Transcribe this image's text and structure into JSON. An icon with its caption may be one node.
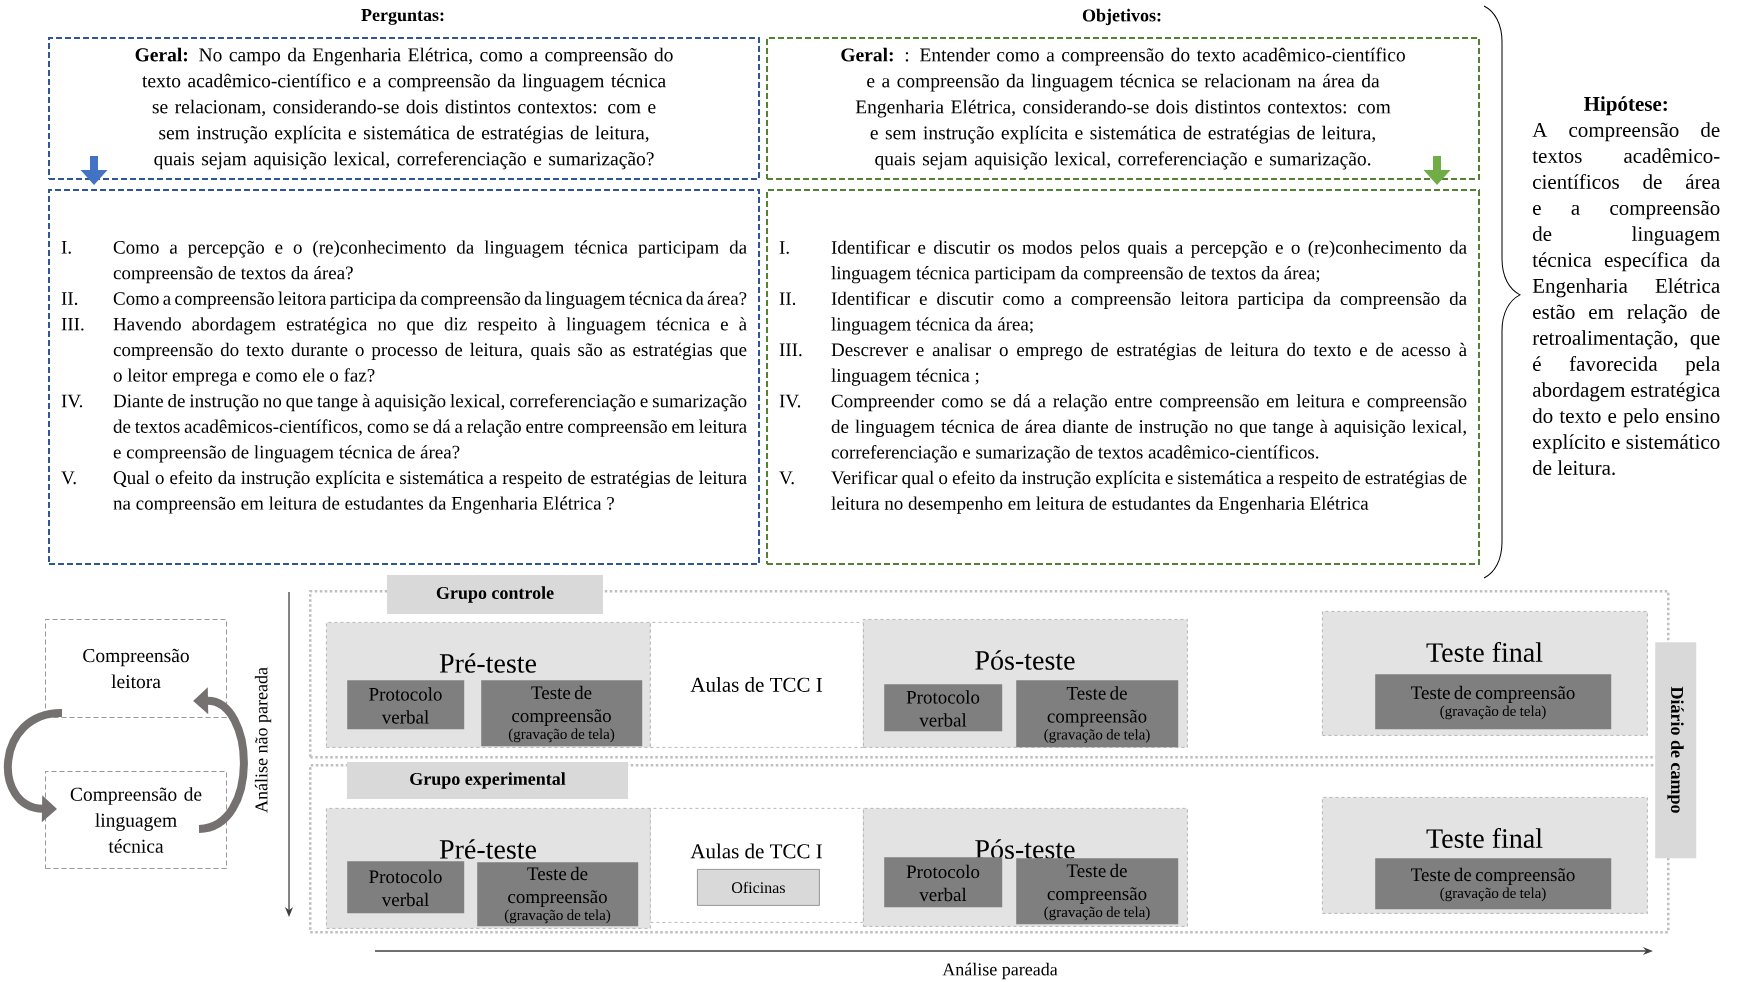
{
  "diagram": {
    "nodes": [
      {
        "beside": [
          "Perguntas:"
        ],
        "text": [
          "**Geral:** No campo da Engenharia Elétrica, como a compreensão do texto acadêmico-científico e a compreensão da linguagem técnica se relacionam, considerando-se dois distintos contextos: com e sem instrução explícita e sistemática de estratégias de leitura, quais sejam aquisição lexical, correferenciação e sumarização?"
        ]
      },
      {
        "text": [
          "I.",
          "Como a percepção e o (re)conhecimento da linguagem técnica participam da compreensão de textos da área?",
          "II.",
          "Como a compreensão leitora participa da compreensão da linguagem técnica da área?",
          "III.",
          "Havendo abordagem estratégica no que diz respeito à linguagem técnica e à compreensão do texto durante o processo de leitura, quais são as estratégias que o leitor emprega e como ele o faz?",
          "IV.",
          "Diante de instrução no que tange à aquisição lexical, correferenciação e sumarização de textos acadêmicos-científicos, como se dá a relação entre compreensão em leitura e compreensão de linguagem técnica de área?",
          "V.",
          "Qual o efeito da instrução explícita e sistemática a respeito de estratégias de leitura na compreensão em leitura de estudantes da Engenharia Elétrica ?"
        ]
      },
      {
        "beside": [
          "Objetivos:"
        ],
        "text": [
          "**Geral:** : Entender como a compreensão do texto acadêmico-científico e a compreensão da linguagem técnica se relacionam na área da Engenharia Elétrica, considerando-se dois distintos contextos: com e sem instrução explícita e sistemática de estratégias de leitura, quais sejam aquisição lexical, correferenciação e sumarização."
        ]
      },
      {
        "text": [
          "I.",
          "Identificar e discutir os modos pelos quais a percepção e o (re)conhecimento da linguagem técnica participam da compreensão de textos da área;",
          "II.",
          "Identificar e discutir como a compreensão leitora participa da compreensão da linguagem técnica da área;",
          "III.",
          "Descrever e analisar o emprego de estratégias de leitura do texto e de acesso à linguagem técnica ;",
          "IV.",
          "Compreender como se dá a relação entre compreensão em leitura e compreensão de linguagem técnica de área diante de instrução no que tange à aquisição lexical, correferenciação e sumarização de textos acadêmico-científicos.",
          "V.",
          "Verificar qual o efeito da instrução explícita e sistemática a respeito de estratégias de leitura no desempenho em leitura de estudantes da Engenharia Elétrica"
        ]
      },
      {
        "text": [
          "Hipótese:",
          "A compreensão de textos acadêmico-científicos de área e a compreensão de linguagem técnica específica da Engenharia Elétrica estão em relação de retroalimentação, que é favorecida pela abordagem estratégica do texto e pelo ensino explícito e sistemático de leitura."
        ]
      },
      {
        "text": [
          "Compreensão leitora"
        ]
      },
      {
        "text": [
          "Compreensão de linguagem técnica"
        ]
      },
      {
        "text": [
          "Grupo controle"
        ]
      },
      {
        "text": [
          "Pré-teste"
        ],
        "in": 7
      },
      {
        "text": [
          "Protocolo verbal"
        ],
        "in": 8
      },
      {
        "text": [
          "Teste de compreensão",
          "(gravação de tela)"
        ],
        "in": 8
      },
      {
        "text": [
          "Aulas de TCC I"
        ],
        "in": 7
      },
      {
        "text": [
          "Pós-teste"
        ],
        "in": 7
      },
      {
        "text": [
          "Protocolo verbal"
        ],
        "in": 12
      },
      {
        "text": [
          "Teste de compreensão",
          "(gravação de tela)"
        ],
        "in": 12
      },
      {
        "text": [
          "Teste final"
        ],
        "in": 7
      },
      {
        "text": [
          "Teste de compreensão",
          "(gravação de tela)"
        ],
        "in": 15
      },
      {
        "text": [
          "Grupo experimental"
        ]
      },
      {
        "text": [
          "Pré-teste"
        ],
        "in": 17
      },
      {
        "text": [
          "Protocolo verbal"
        ],
        "in": 18
      },
      {
        "text": [
          "Teste de compreensão",
          "(gravação de tela)"
        ],
        "in": 18
      },
      {
        "text": [
          "Aulas de TCC I"
        ],
        "in": 17
      },
      {
        "text": [
          "Oficinas"
        ],
        "in": 21
      },
      {
        "text": [
          "Pós-teste"
        ],
        "in": 17
      },
      {
        "text": [
          "Protocolo verbal"
        ],
        "in": 23
      },
      {
        "text": [
          "Teste de compreensão",
          "(gravação de tela)"
        ],
        "in": 23
      },
      {
        "text": [
          "Teste final"
        ],
        "in": 17
      },
      {
        "text": [
          "Teste de compreensão",
          "(gravação de tela)"
        ],
        "in": 26
      },
      {
        "text": [
          "Diário de campo"
        ]
      }
    ],
    "edges": [
      {
        "from": 0,
        "to": 1,
        "arrow": "to",
        "color": "#4472c4"
      },
      {
        "from": 2,
        "to": 3,
        "arrow": "to",
        "color": "#70ad47"
      },
      {
        "from": 5,
        "to": 6,
        "arrow": "to"
      },
      {
        "from": 6,
        "to": 5,
        "arrow": "to"
      }
    ],
    "labels": [
      "Análise não pareada",
      "Análise pareada"
    ]
  }
}
